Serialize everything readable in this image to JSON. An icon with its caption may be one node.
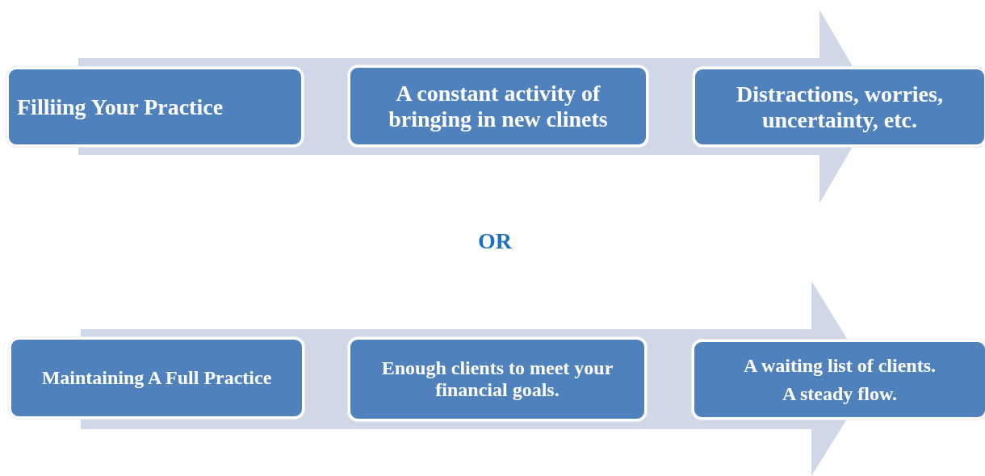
{
  "diagram": {
    "nodes": [
      {
        "text": [
          "Filliing Your Practice"
        ]
      },
      {
        "text": [
          "A constant activity of bringing in new clinets"
        ]
      },
      {
        "text": [
          "Distractions, worries, uncertainty, etc."
        ]
      },
      {
        "text": [
          "Maintaining A Full Practice"
        ]
      },
      {
        "text": [
          "Enough clients to meet your financial goals."
        ]
      },
      {
        "text": [
          "A waiting list of clients.",
          "A steady flow."
        ]
      }
    ],
    "edges": [],
    "labels": [
      "OR"
    ]
  }
}
